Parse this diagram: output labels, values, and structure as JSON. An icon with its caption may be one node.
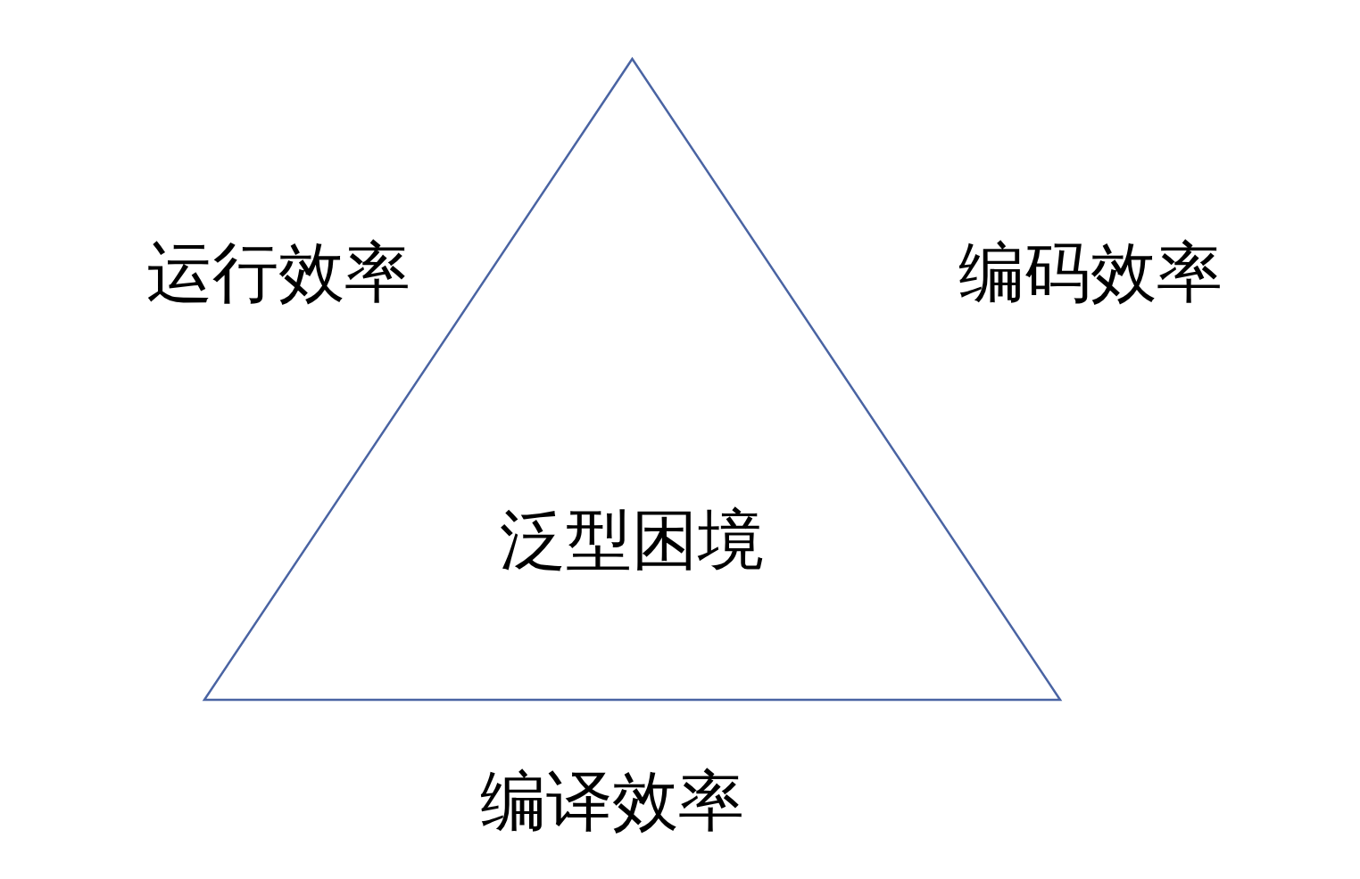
{
  "diagram": {
    "nodes": [
      {
        "text": [
          "泛型困境"
        ]
      }
    ],
    "labels": [
      "运行效率",
      "编码效率",
      "编译效率"
    ]
  }
}
